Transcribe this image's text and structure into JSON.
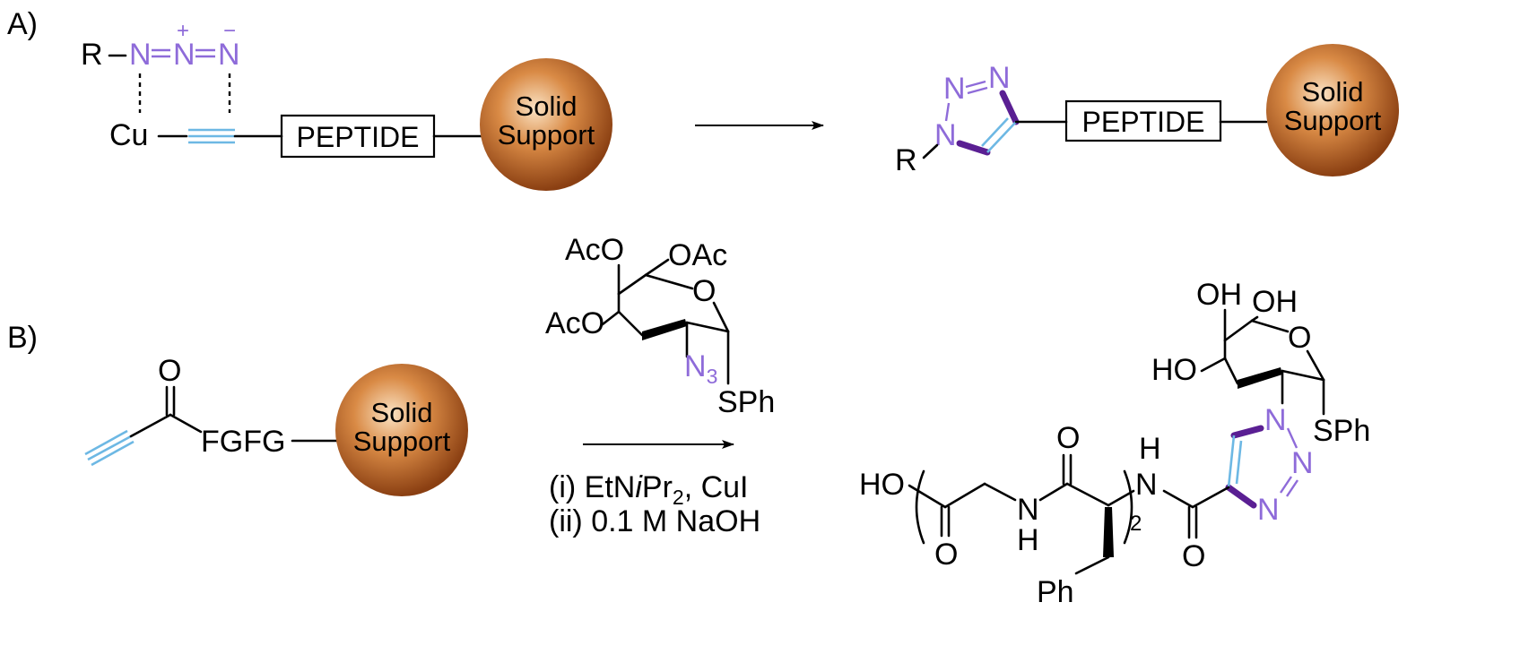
{
  "panel_a": {
    "label": "A)",
    "r_label": "R",
    "n1": "N",
    "n2": "N",
    "n3": "N",
    "plus": "+",
    "minus": "−",
    "cu_label": "Cu",
    "peptide_label": "PEPTIDE",
    "support_line1": "Solid",
    "support_line2": "Support",
    "product": {
      "n_top_left": "N",
      "n_top_right": "N",
      "n_ring": "N",
      "r_label": "R",
      "peptide_label": "PEPTIDE",
      "support_line1": "Solid",
      "support_line2": "Support"
    }
  },
  "panel_b": {
    "label": "B)",
    "carbonyl_o": "O",
    "sequence": "FGFG",
    "support_line1": "Solid",
    "support_line2": "Support",
    "sugar": {
      "aco_top": "AcO",
      "oac": "OAc",
      "ring_o": "O",
      "aco_mid": "AcO",
      "n3_main": "N",
      "n3_sub": "3",
      "sph": "SPh"
    },
    "condition_1a": "(i) EtN",
    "condition_1b": "i",
    "condition_1c": "Pr",
    "condition_1d": "2",
    "condition_1e": ", CuI",
    "condition_2": "(ii) 0.1 M NaOH",
    "product": {
      "oh_top_left": "OH",
      "oh_top_right": "OH",
      "ring_o": "O",
      "ho_left": "HO",
      "sph": "SPh",
      "ho_acid": "HO",
      "acid_o": "O",
      "nh_n": "N",
      "nh_h": "H",
      "amide_o": "O",
      "repeat_sub": "2",
      "amide2_h": "H",
      "amide2_n": "N",
      "amide2_o": "O",
      "ph": "Ph",
      "triazole_n1": "N",
      "triazole_n2": "N",
      "triazole_n3": "N"
    }
  },
  "colors": {
    "azide_purple": "#8E6BD9",
    "new_bond_purple": "#5a1f93",
    "alkyne_blue": "#6db8e4",
    "support_sphere": "#b8642a"
  }
}
